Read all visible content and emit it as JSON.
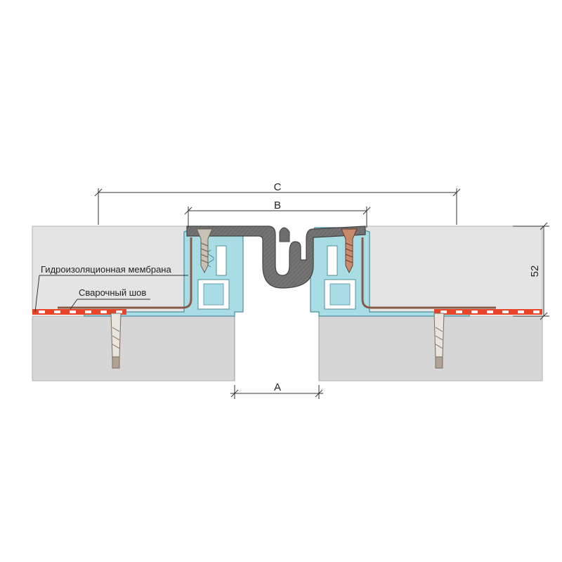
{
  "dimensions": {
    "c": "C",
    "b": "B",
    "a": "A",
    "height": "52"
  },
  "labels": {
    "membrane": "Гидроизоляционная мембрана",
    "weld_seam": "Сварочный шов"
  },
  "colors": {
    "concrete": "#d6d6d6",
    "screed": "#e4e4e4",
    "aluminium_profile": "#a9dde6",
    "rubber_insert": "#6b6b6b",
    "membrane": "#8a5a48",
    "weld_seam": "#e8442a"
  }
}
